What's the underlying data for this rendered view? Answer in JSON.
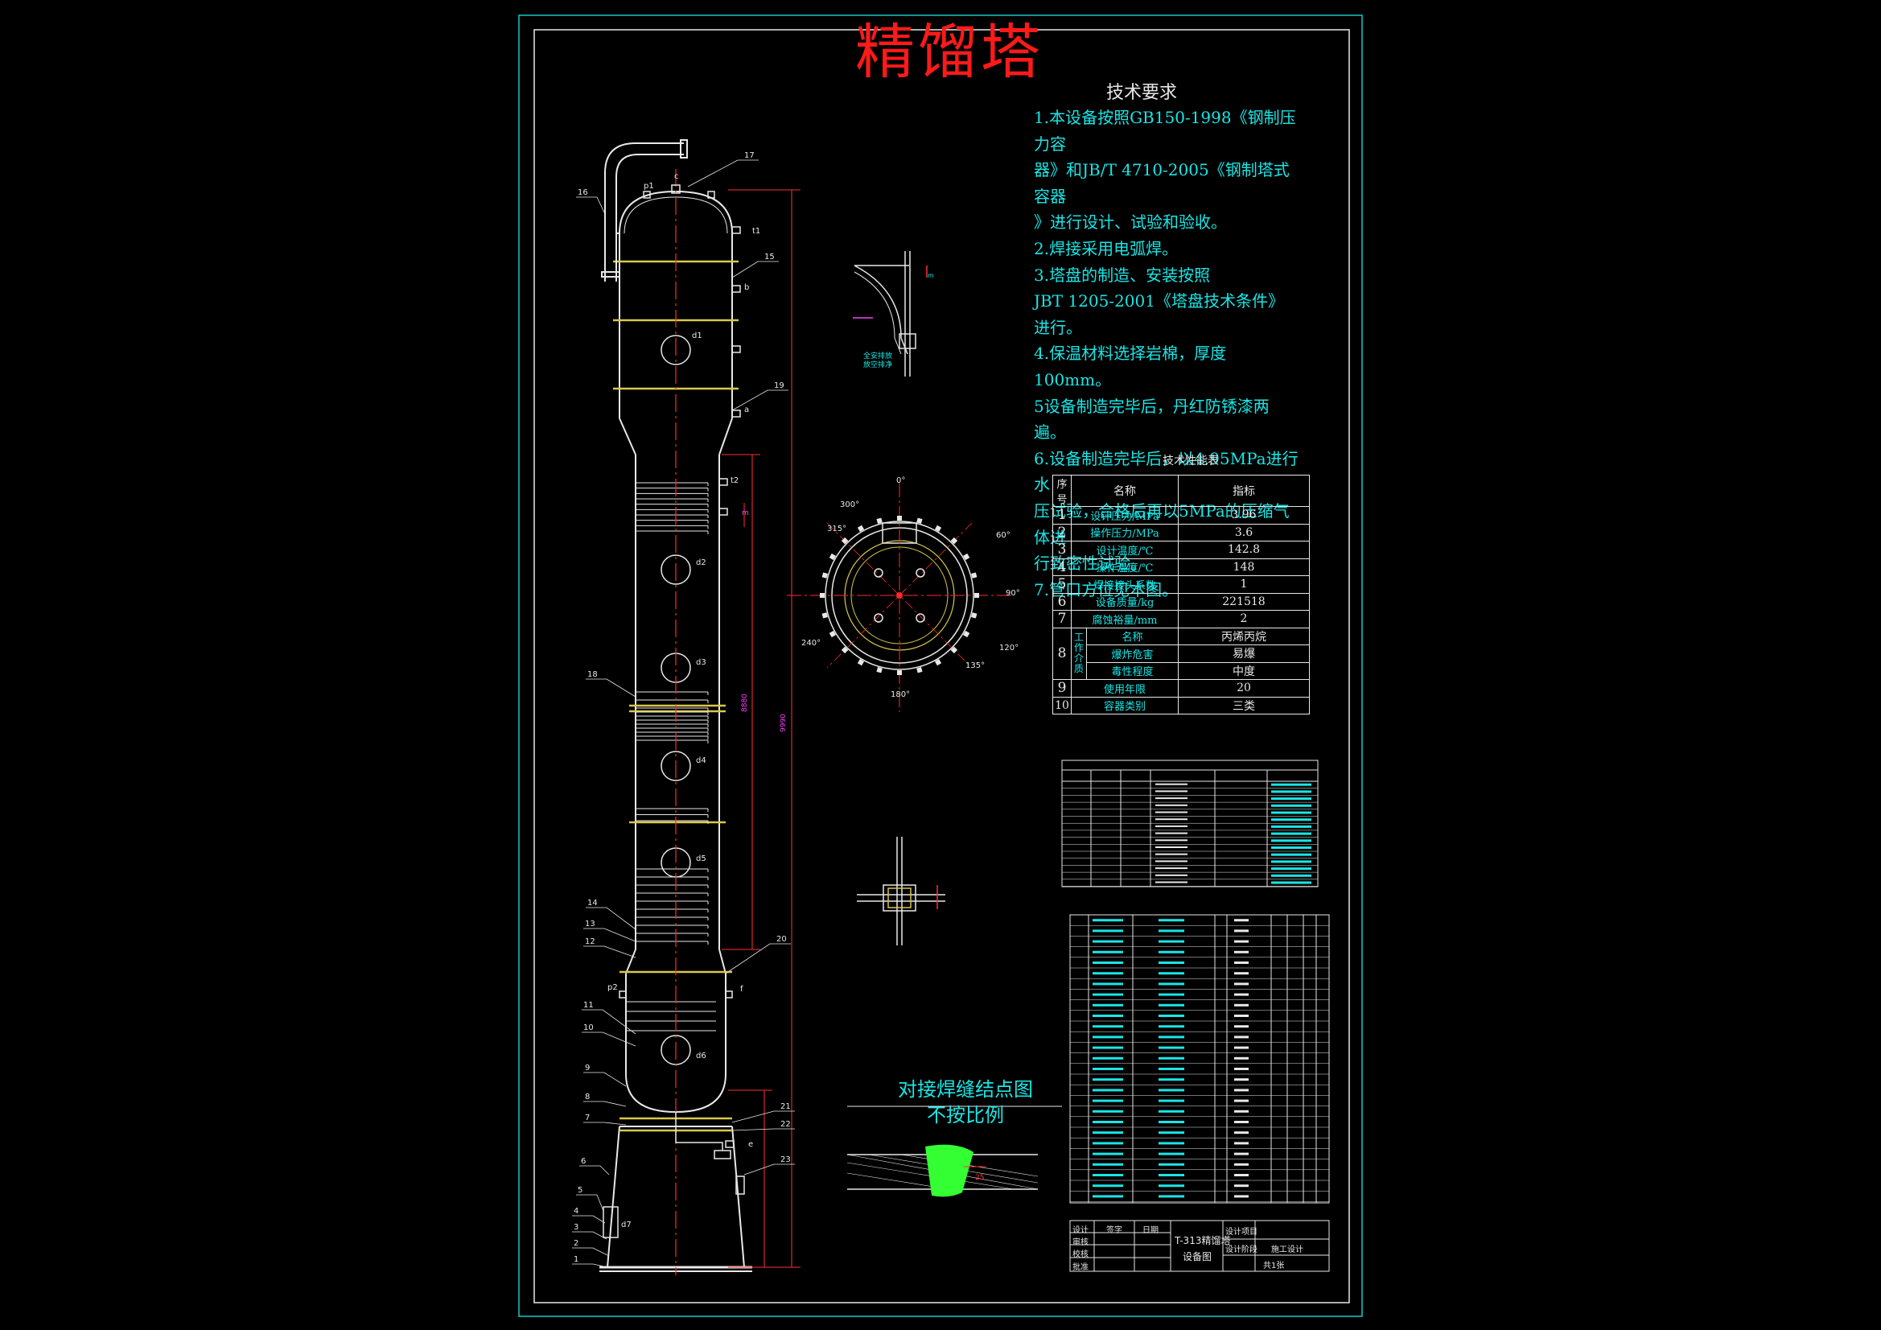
{
  "drawing_title": "精馏塔",
  "tech_requirements": {
    "title": "技术要求",
    "lines": [
      "1.本设备按照GB150-1998《钢制压力容",
      "器》和JB/T 4710-2005《钢制塔式容器",
      "》进行设计、试验和验收。",
      "2.焊接采用电弧焊。",
      "3.塔盘的制造、安装按照",
      "JBT 1205-2001《塔盘技术条件》进行。",
      "4.保温材料选择岩棉，厚度100mm。",
      "5设备制造完毕后，丹红防锈漆两遍。",
      "6.设备制造完毕后，以4.95MPa进行水",
      "压试验，合格后再以5MPa的压缩气体进",
      "行致密性试验。",
      "7.管口方位见本图。"
    ]
  },
  "performance_table": {
    "title": "技术性能表",
    "headers": [
      "序号",
      "名称",
      "指标"
    ],
    "rows": [
      {
        "no": "1",
        "name": "设计压力/MPa",
        "value": "3.96"
      },
      {
        "no": "2",
        "name": "操作压力/MPa",
        "value": "3.6"
      },
      {
        "no": "3",
        "name": "设计温度/℃",
        "value": "142.8"
      },
      {
        "no": "4",
        "name": "操作温度/℃",
        "value": "148"
      },
      {
        "no": "5",
        "name": "焊接接头系数",
        "value": "1"
      },
      {
        "no": "6",
        "name": "设备质量/kg",
        "value": "221518"
      },
      {
        "no": "7",
        "name": "腐蚀裕量/mm",
        "value": "2"
      }
    ],
    "medium": {
      "no": "8",
      "group_label": "工作介质",
      "rows": [
        {
          "name": "名称",
          "value": "丙烯丙烷"
        },
        {
          "name": "爆炸危害",
          "value": "易爆"
        },
        {
          "name": "毒性程度",
          "value": "中度"
        }
      ]
    },
    "rows_tail": [
      {
        "no": "9",
        "name": "使用年限",
        "value": "20"
      },
      {
        "no": "10",
        "name": "容器类别",
        "value": "三类"
      }
    ]
  },
  "weld_detail": {
    "line1": "对接焊缝结点图",
    "line2": "不按比例"
  },
  "section_view": {
    "angles": [
      "0°",
      "300°",
      "315°",
      "60°",
      "90°",
      "120°",
      "135°",
      "180°",
      "240°"
    ]
  },
  "column_labels": {
    "nozzles": [
      "c",
      "p1",
      "t1",
      "b",
      "d1",
      "a",
      "t2",
      "d2",
      "d3",
      "d4",
      "d5",
      "p2",
      "f",
      "d6",
      "e",
      "d7"
    ],
    "parts": [
      "17",
      "16",
      "15",
      "19",
      "18",
      "14",
      "13",
      "12",
      "20",
      "11",
      "10",
      "9",
      "8",
      "7",
      "21",
      "22",
      "23",
      "6",
      "5",
      "4",
      "3",
      "2",
      "1"
    ]
  },
  "title_block": {
    "drawing_name": "T-313精馏塔",
    "drawing_type": "设备图",
    "sheet": "共1张",
    "cells": [
      "设计",
      "审核",
      "校核",
      "批准",
      "签字",
      "日期",
      "设计项目",
      "设计阶段",
      "施工设计"
    ]
  },
  "colors": {
    "background": "#000000",
    "frame": "#19c8c8",
    "title": "#ff1a1a",
    "text_cyan": "#19e6e6",
    "line_white": "#e8e8e8",
    "center_line": "#ff2a2a",
    "dimension_red": "#ff3030",
    "weld_green": "#33ff33",
    "magenta": "#ff40ff"
  }
}
